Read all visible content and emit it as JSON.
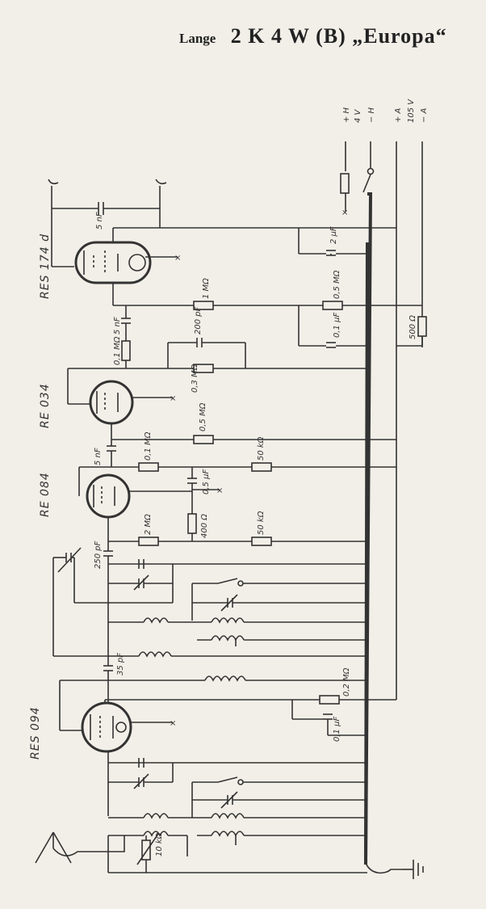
{
  "title": {
    "maker": "Lange",
    "model": "2 K 4 W (B) „Europa“"
  },
  "supply_labels": [
    "+ H",
    "4 V",
    "− H",
    "+ A",
    "105 V",
    "− A"
  ],
  "tubes": [
    "RES 174 d",
    "RE 034",
    "RE 084",
    "RES 094"
  ],
  "values": {
    "c_5nf_top": "5 nF",
    "c_2uf": "2 µF",
    "r_1m": "1 MΩ",
    "r_05m_top": "0,5 MΩ",
    "c_5nf_grid": "5 nF",
    "c_200pf": "200 pF",
    "c_01uf": "0,1 µF",
    "r_500": "500 Ω",
    "r_01m_grid": "0,1 MΩ",
    "r_03m": "0,3 MΩ",
    "r_05m_mid": "0,5 MΩ",
    "c_5nf_084": "5 nF",
    "r_01m_084": "0,1 MΩ",
    "c_05uf": "0,5 µF",
    "r_50k_a": "50 kΩ",
    "r_2m": "2 MΩ",
    "r_400": "400 Ω",
    "r_50k_b": "50 kΩ",
    "c_250pf": "250 pF",
    "c_35pf": "35 pF",
    "r_02m": "0,2 MΩ",
    "c_01uf_b": "0,1 µF",
    "r_10k": "10 kΩ"
  }
}
